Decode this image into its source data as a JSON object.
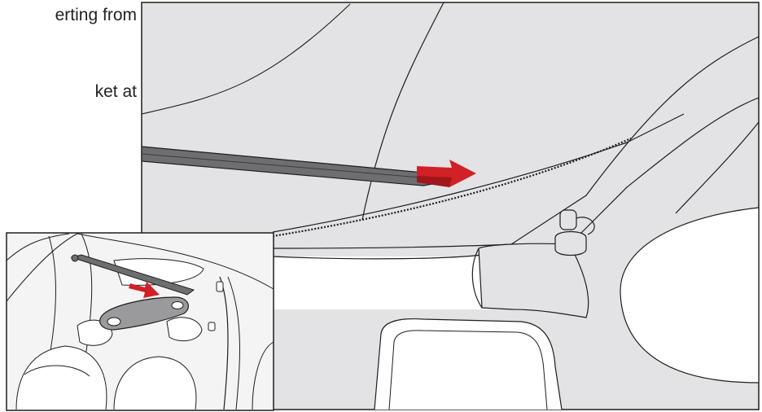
{
  "instructions": {
    "line1": "erting from",
    "line2": "ket at"
  },
  "colors": {
    "panel_fill": "#e3e3e5",
    "line": "#1e1e1e",
    "tool": "#6e6e70",
    "arrow": "#d22027",
    "inset_bg": "#f4f4f5"
  },
  "icons": {
    "main": "trim-removal-tool-illustration",
    "inset": "grab-handle-bracket-inset"
  }
}
